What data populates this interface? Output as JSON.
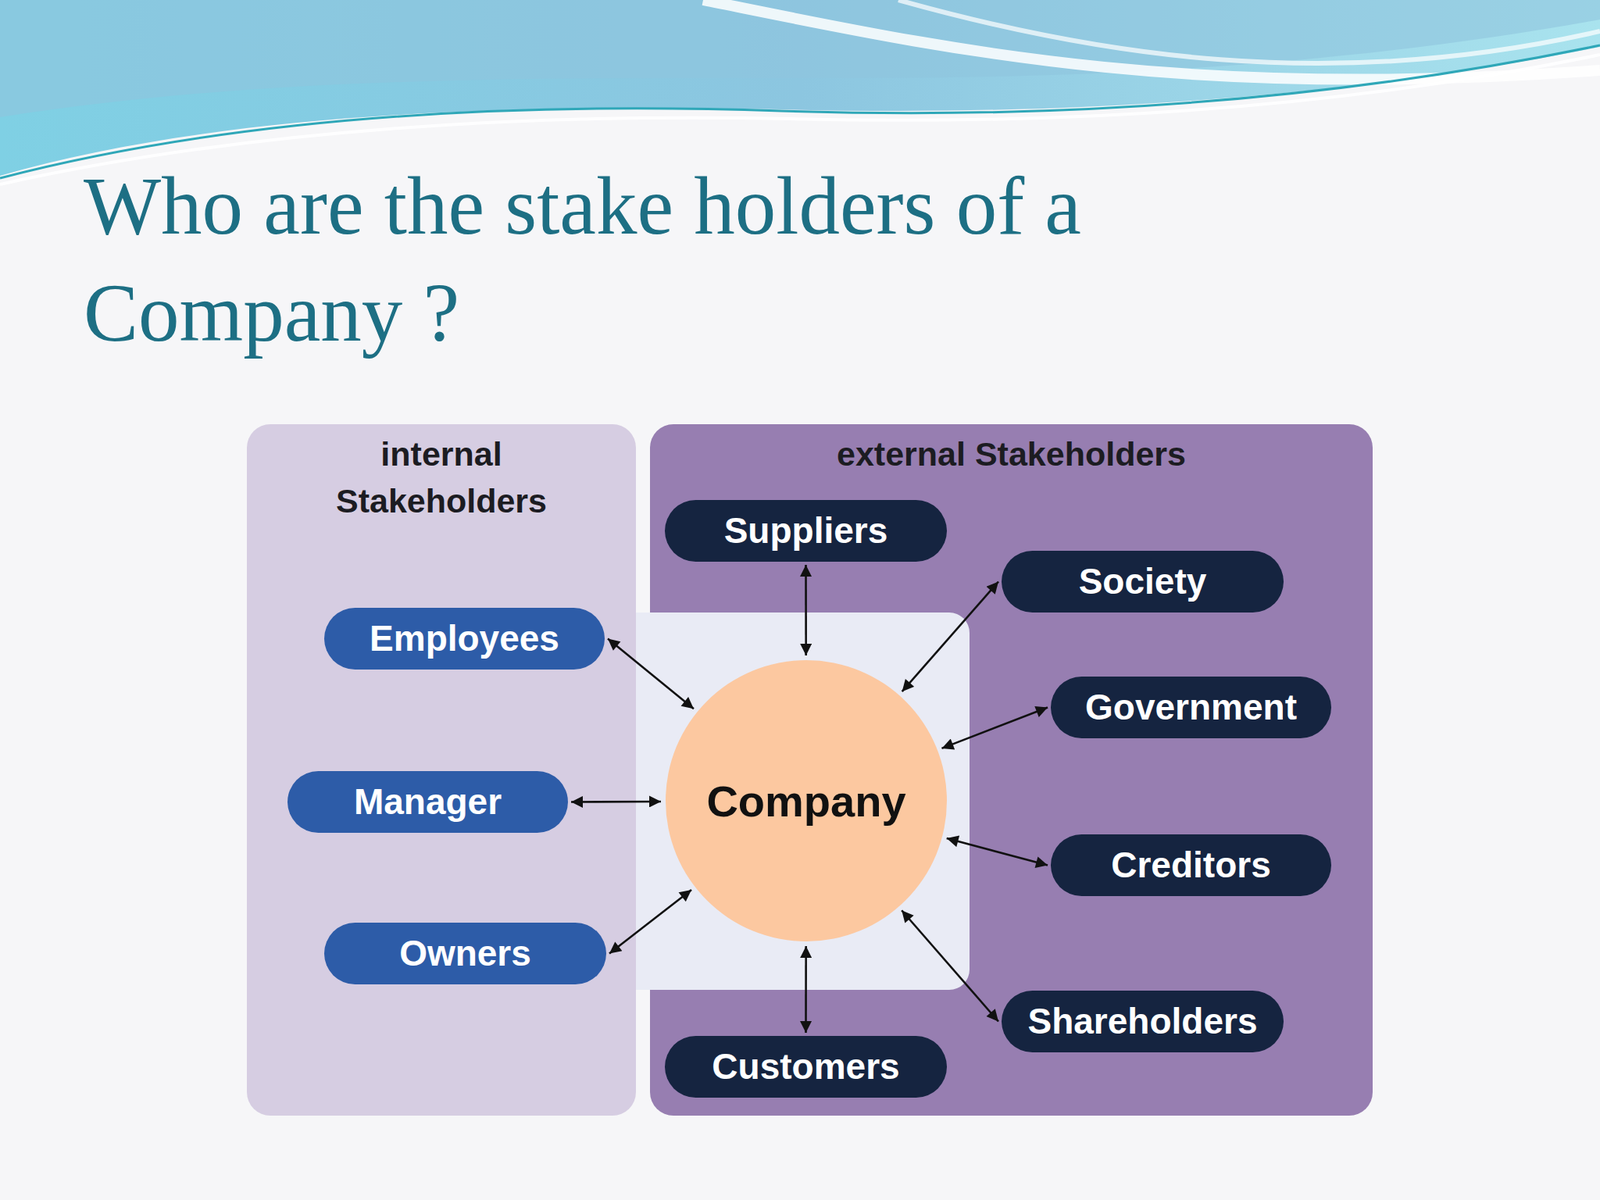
{
  "diagram": {
    "title": "Who are the stake holders of a Company ?",
    "nodes": [
      {
        "text": [
          "internal Stakeholders"
        ]
      },
      {
        "text": [
          "Employees"
        ],
        "in": 0
      },
      {
        "text": [
          "Manager"
        ],
        "in": 0
      },
      {
        "text": [
          "Owners"
        ],
        "in": 0
      },
      {
        "text": [
          "Company"
        ]
      },
      {
        "text": [
          "external Stakeholders"
        ]
      },
      {
        "text": [
          "Suppliers"
        ],
        "in": 5
      },
      {
        "text": [
          "Society"
        ],
        "in": 5
      },
      {
        "text": [
          "Government"
        ],
        "in": 5
      },
      {
        "text": [
          "Creditors"
        ],
        "in": 5
      },
      {
        "text": [
          "Shareholders"
        ],
        "in": 5
      },
      {
        "text": [
          "Customers"
        ],
        "in": 5
      }
    ],
    "edges": [
      {
        "from": 4,
        "to": 1,
        "arrow": "both"
      },
      {
        "from": 4,
        "to": 2,
        "arrow": "both"
      },
      {
        "from": 4,
        "to": 3,
        "arrow": "both"
      },
      {
        "from": 4,
        "to": 6,
        "arrow": "both"
      },
      {
        "from": 4,
        "to": 7,
        "arrow": "both"
      },
      {
        "from": 4,
        "to": 8,
        "arrow": "both"
      },
      {
        "from": 4,
        "to": 9,
        "arrow": "both"
      },
      {
        "from": 4,
        "to": 10,
        "arrow": "both"
      },
      {
        "from": 4,
        "to": 11,
        "arrow": "both"
      }
    ]
  }
}
